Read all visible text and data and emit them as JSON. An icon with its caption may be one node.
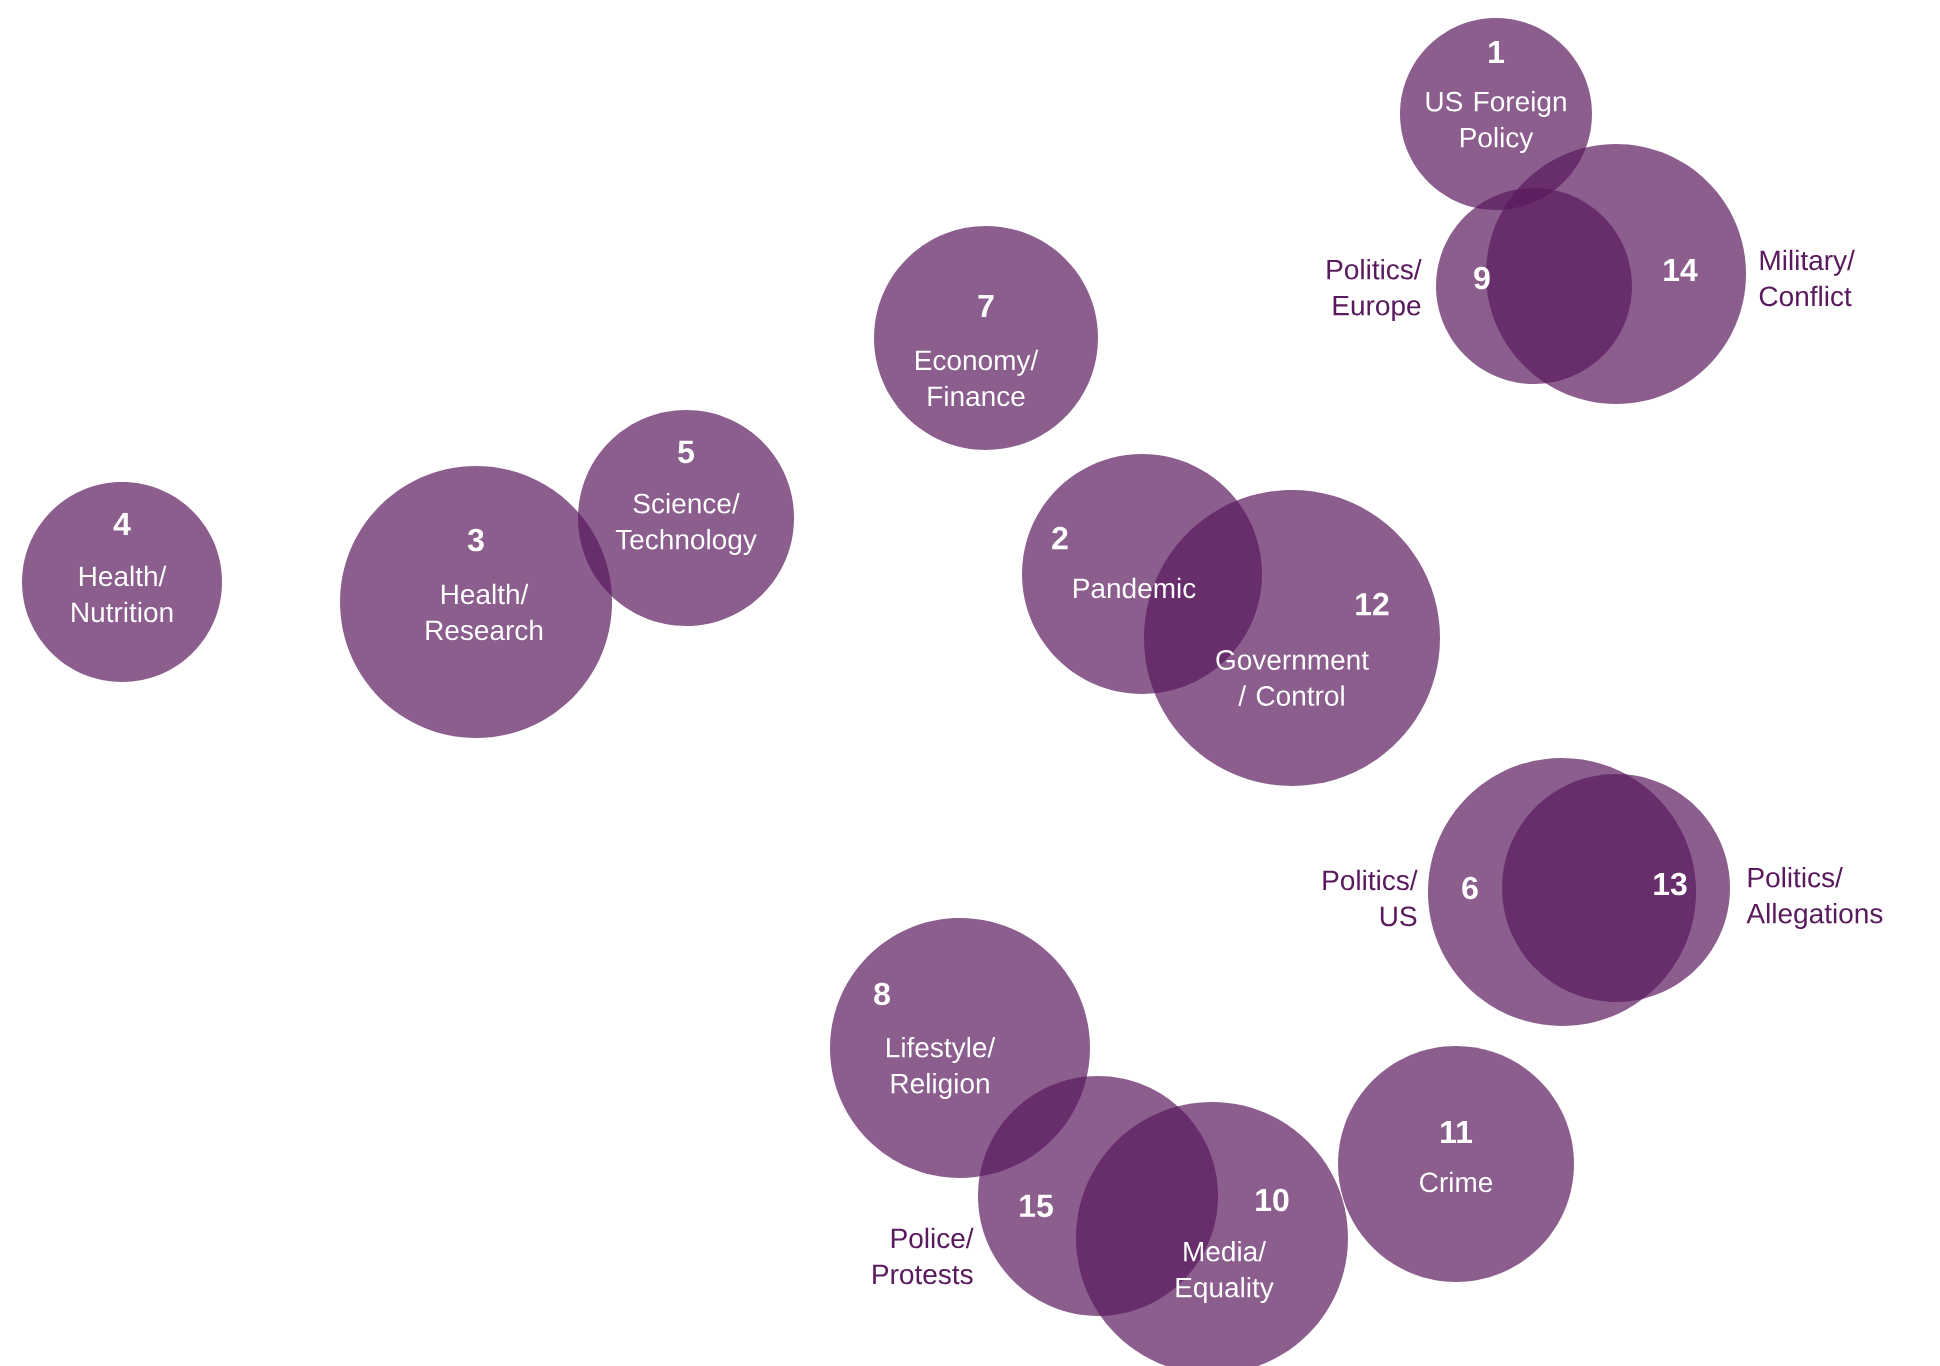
{
  "diagram": {
    "nodes": [
      {
        "text": [
          "1",
          "US Foreign Policy"
        ]
      },
      {
        "text": [
          "Politics/ Europe",
          "9"
        ]
      },
      {
        "text": [
          "14",
          "Military/ Conflict"
        ]
      },
      {
        "text": [
          "7",
          "Economy/ Finance"
        ]
      },
      {
        "text": [
          "4",
          "Health/ Nutrition"
        ]
      },
      {
        "text": [
          "3",
          "Health/ Research"
        ]
      },
      {
        "text": [
          "5",
          "Science/ Technology"
        ]
      },
      {
        "text": [
          "2",
          "Pandemic"
        ]
      },
      {
        "text": [
          "12",
          "Government / Control"
        ]
      },
      {
        "text": [
          "Politics/ US",
          "6"
        ]
      },
      {
        "text": [
          "13",
          "Politics/ Allegations"
        ]
      },
      {
        "text": [
          "8",
          "Lifestyle/ Religion"
        ]
      },
      {
        "text": [
          "11",
          "Crime"
        ]
      },
      {
        "text": [
          "Police/ Protests",
          "15"
        ]
      },
      {
        "text": [
          "10",
          "Media/ Equality"
        ]
      }
    ]
  }
}
